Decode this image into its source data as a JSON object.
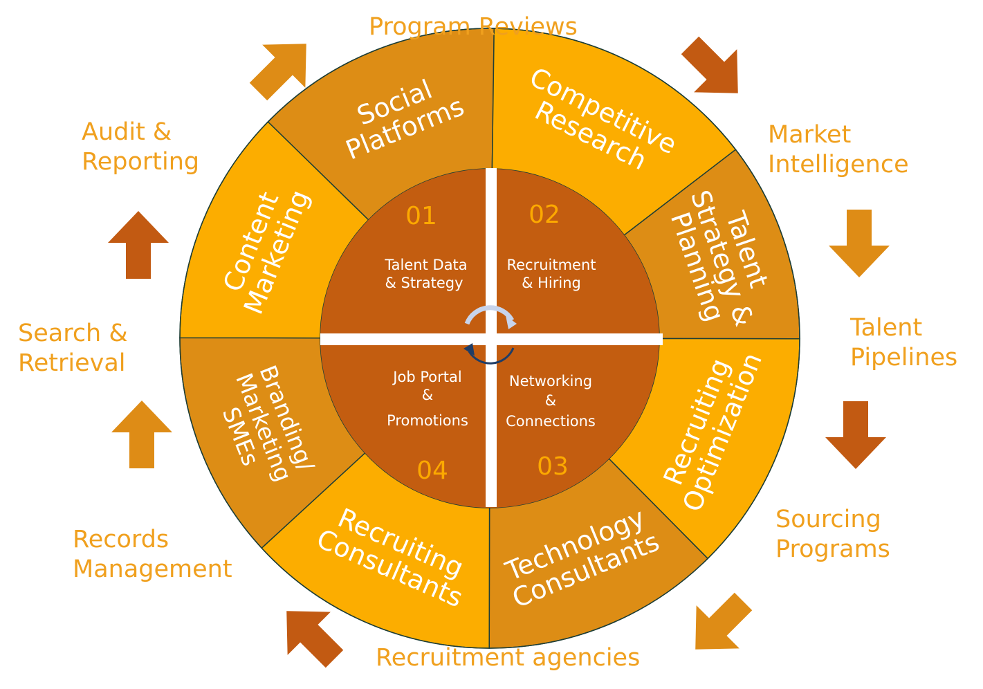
{
  "colors": {
    "segment_bright": "#fcad00",
    "segment_dark": "#dd8d15",
    "inner": "#c35d10",
    "number": "#fca900",
    "arrow_orange": "#de8c16",
    "arrow_rust": "#c25a12",
    "outer_text": "#f0a01e",
    "white": "#ffffff",
    "divider": "#1e3e36"
  },
  "outer_labels": [
    {
      "id": "program-reviews",
      "text": "Program Reviews"
    },
    {
      "id": "market-intelligence",
      "text": "Market\nIntelligence"
    },
    {
      "id": "talent-pipelines",
      "text": "Talent\nPipelines"
    },
    {
      "id": "sourcing-programs",
      "text": "Sourcing\nPrograms"
    },
    {
      "id": "recruitment-agencies",
      "text": "Recruitment agencies"
    },
    {
      "id": "records-management",
      "text": "Records\nManagement"
    },
    {
      "id": "search-retrieval",
      "text": "Search &\nRetrieval"
    },
    {
      "id": "audit-reporting",
      "text": "Audit &\nReporting"
    }
  ],
  "ring_segments": [
    {
      "id": "social-platforms",
      "lines": [
        "Social",
        "Platforms"
      ],
      "shade": "dark"
    },
    {
      "id": "competitive-research",
      "lines": [
        "Competitive",
        "Research"
      ],
      "shade": "bright"
    },
    {
      "id": "talent-strategy-planning",
      "lines": [
        "Talent",
        "Strategy &",
        "Planning"
      ],
      "shade": "dark"
    },
    {
      "id": "recruiting-optimization",
      "lines": [
        "Recruiting",
        "Optimization"
      ],
      "shade": "bright"
    },
    {
      "id": "technology-consultants",
      "lines": [
        "Technology",
        "Consultants"
      ],
      "shade": "dark"
    },
    {
      "id": "recruiting-consultants",
      "lines": [
        "Recruiting",
        "Consultants"
      ],
      "shade": "bright"
    },
    {
      "id": "branding-marketing-smes",
      "lines": [
        "Branding/",
        "Marketing",
        "SMEs"
      ],
      "shade": "dark"
    },
    {
      "id": "content-marketing",
      "lines": [
        "Content",
        "Marketing"
      ],
      "shade": "bright"
    }
  ],
  "quadrants": [
    {
      "id": "q1",
      "number": "01",
      "lines": [
        "Talent Data",
        "& Strategy"
      ]
    },
    {
      "id": "q2",
      "number": "02",
      "lines": [
        "Recruitment",
        "& Hiring"
      ]
    },
    {
      "id": "q3",
      "number": "03",
      "lines": [
        "Networking",
        "&",
        "Connections"
      ]
    },
    {
      "id": "q4",
      "number": "04",
      "lines": [
        "Job Portal",
        "&",
        "Promotions"
      ]
    }
  ],
  "arrows": [
    {
      "id": "arrow-1",
      "direction": "up-right",
      "color": "arrow_orange"
    },
    {
      "id": "arrow-2",
      "direction": "down-right",
      "color": "arrow_rust"
    },
    {
      "id": "arrow-3",
      "direction": "down",
      "color": "arrow_orange"
    },
    {
      "id": "arrow-4",
      "direction": "down",
      "color": "arrow_rust"
    },
    {
      "id": "arrow-5",
      "direction": "down-left",
      "color": "arrow_orange"
    },
    {
      "id": "arrow-6",
      "direction": "up-left",
      "color": "arrow_rust"
    },
    {
      "id": "arrow-7",
      "direction": "up",
      "color": "arrow_orange"
    },
    {
      "id": "arrow-8",
      "direction": "up",
      "color": "arrow_rust"
    }
  ]
}
